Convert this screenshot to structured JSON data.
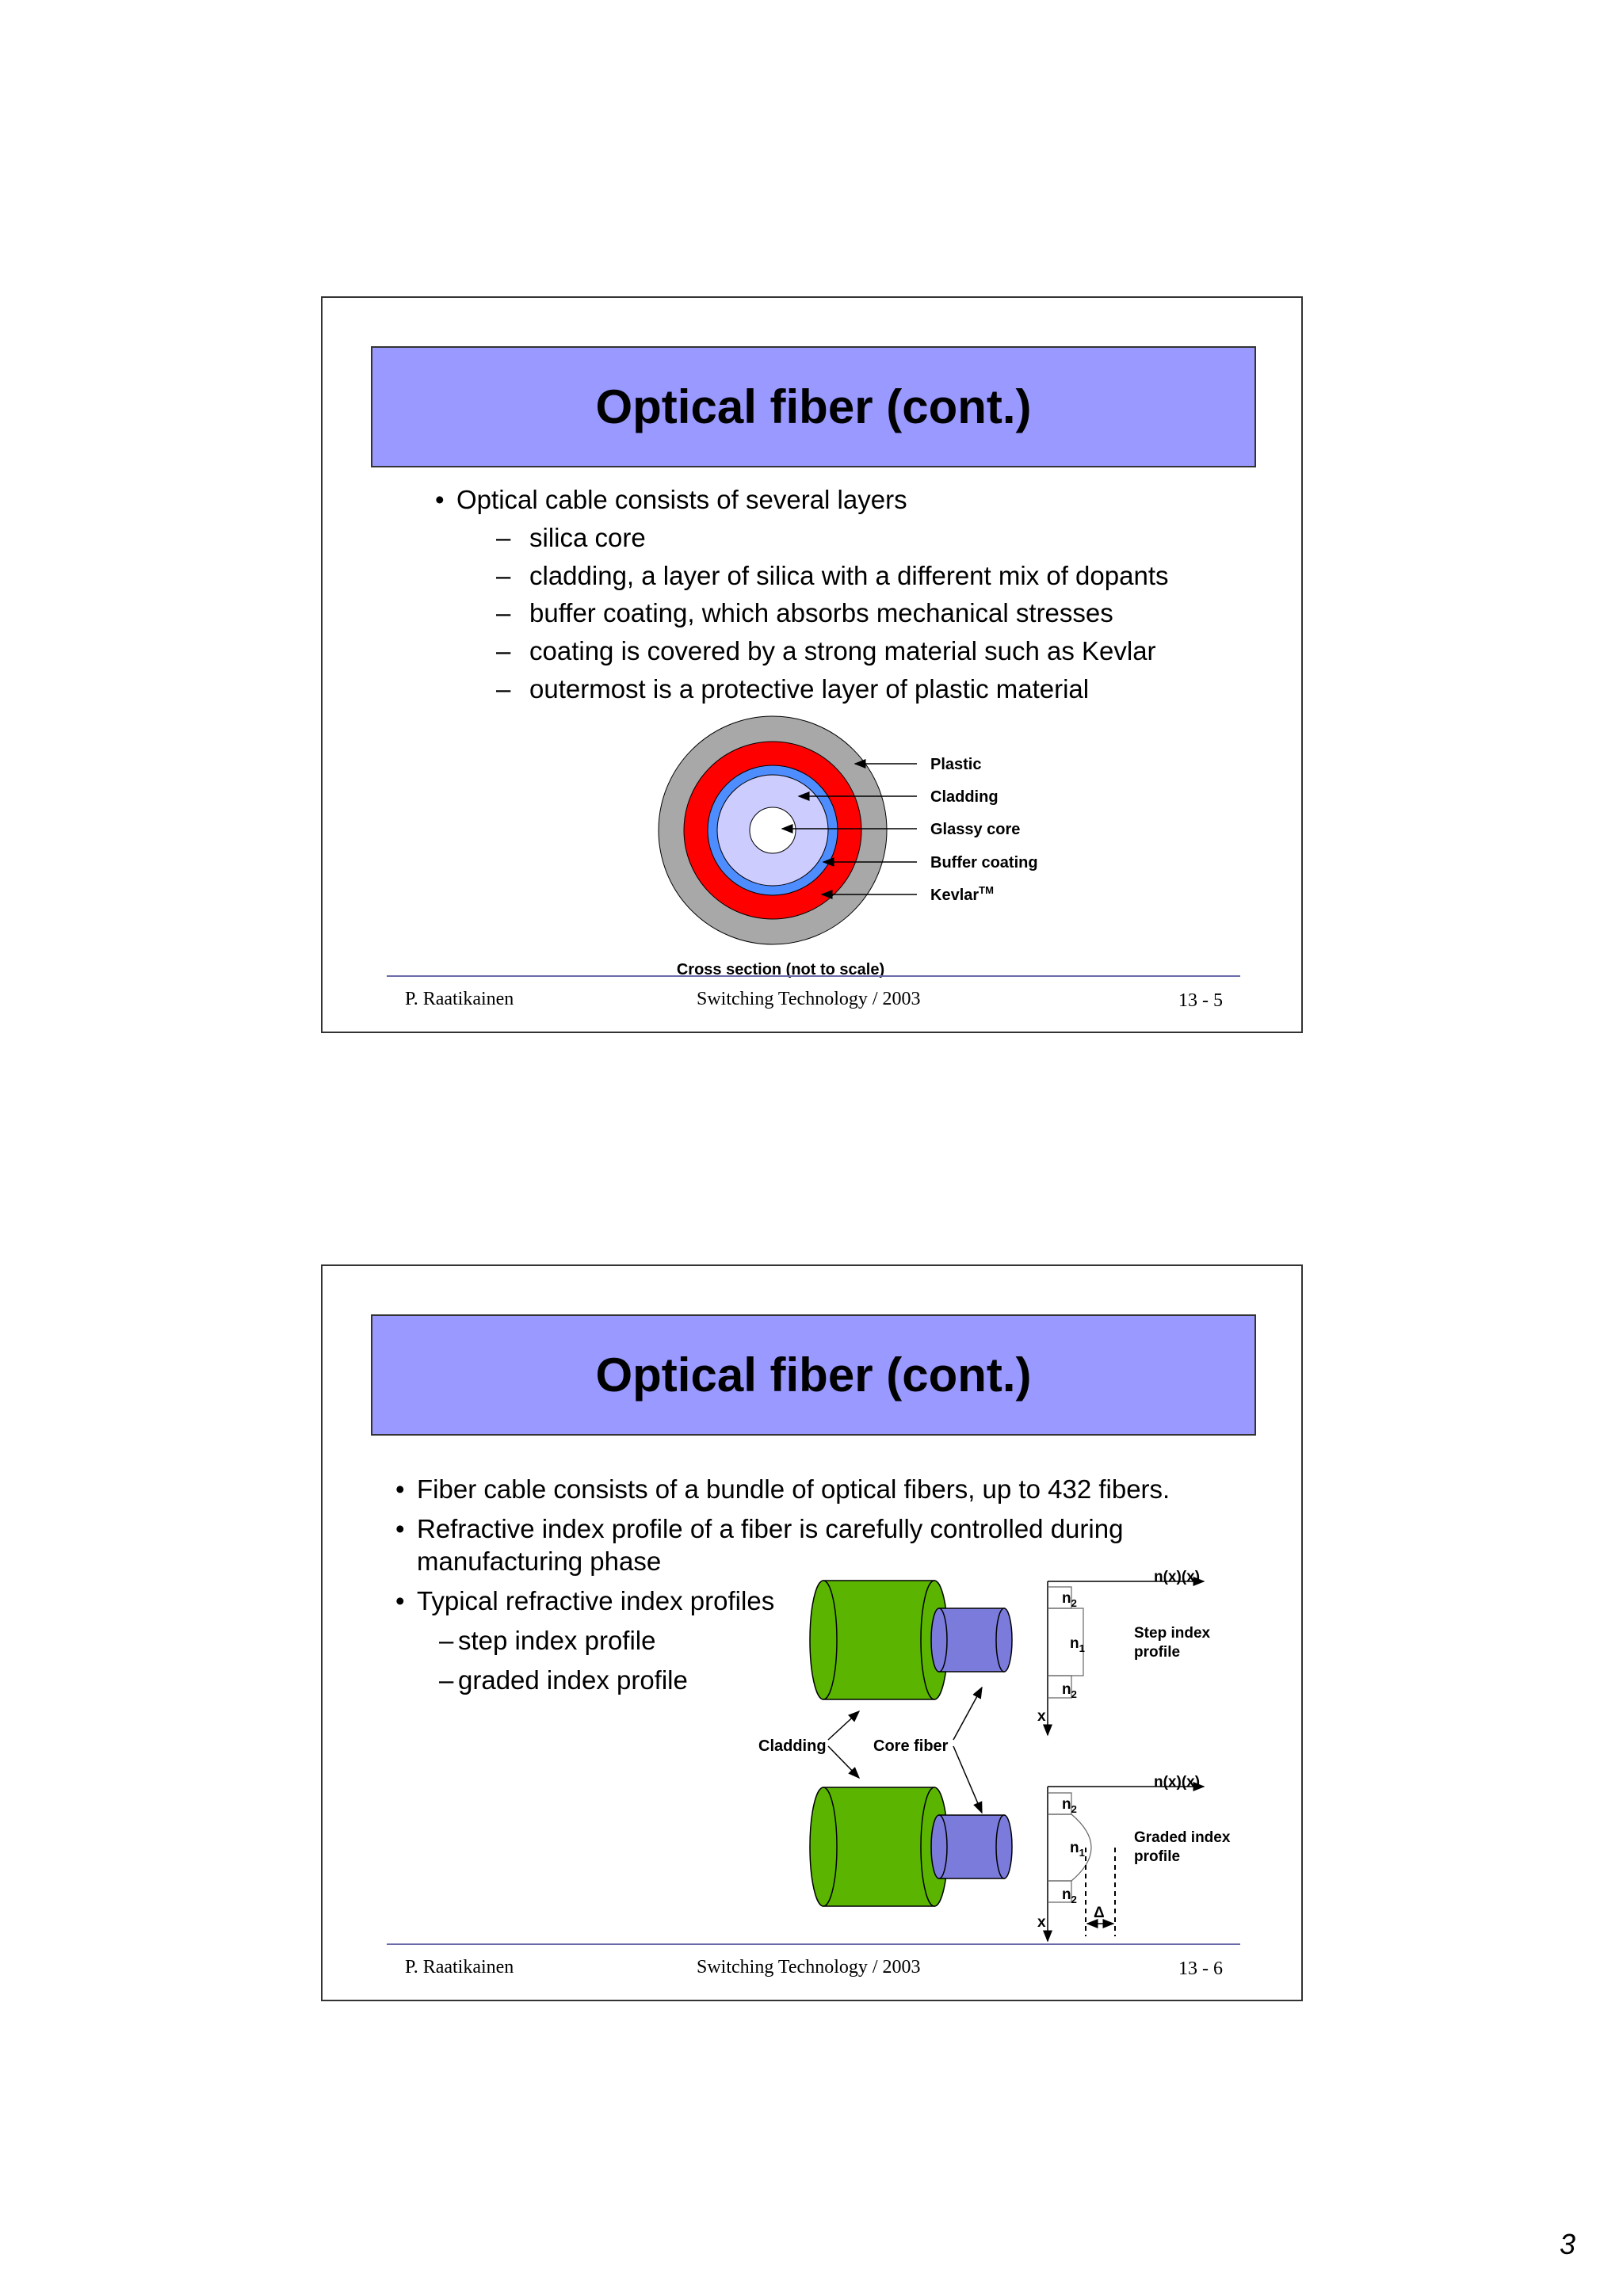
{
  "slide1": {
    "title": "Optical fiber (cont.)",
    "bullet": "Optical cable consists of several layers",
    "sub_bullets": [
      "silica core",
      "cladding, a layer of silica with a different mix of dopants",
      "buffer coating, which absorbs mechanical stresses",
      "coating is covered by a strong material such as Kevlar",
      "outermost is a protective layer of plastic material"
    ],
    "diagram": {
      "labels": {
        "plastic": "Plastic",
        "cladding": "Cladding",
        "glassy_core": "Glassy core",
        "buffer_coating": "Buffer coating",
        "kevlar": "Kevlar",
        "kevlar_tm": "TM"
      },
      "caption": "Cross section (not to scale)",
      "colors": {
        "plastic": "#a8a8a8",
        "kevlar": "#ff0000",
        "buffer": "#4d8dff",
        "cladding": "#ccccff",
        "core": "#ffffff"
      }
    },
    "footer": {
      "author": "P. Raatikainen",
      "course": "Switching Technology  / 2003",
      "page": "13 - 5"
    }
  },
  "slide2": {
    "title": "Optical fiber (cont.)",
    "bullets": [
      "Fiber cable consists of a bundle of optical fibers, up to 432 fibers.",
      "Refractive index profile of a fiber is carefully controlled during",
      "manufacturing phase",
      "Typical refractive index profiles"
    ],
    "sub_bullets": [
      "step index profile",
      "graded index profile"
    ],
    "diagram": {
      "labels": {
        "cladding": "Cladding",
        "core_fiber": "Core fiber",
        "axis_n": "n(x)",
        "axis_x": "x",
        "n": "n",
        "sub1": "1",
        "sub2": "2",
        "step_1": "Step index",
        "step_2": "profile",
        "graded_1": "Graded index",
        "graded_2": "profile",
        "delta": "Δ"
      },
      "colors": {
        "cladding": "#5bb500",
        "core": "#7b7bdb"
      }
    },
    "footer": {
      "author": "P. Raatikainen",
      "course": "Switching Technology  / 2003",
      "page": "13 - 6"
    }
  },
  "page_number": "3"
}
